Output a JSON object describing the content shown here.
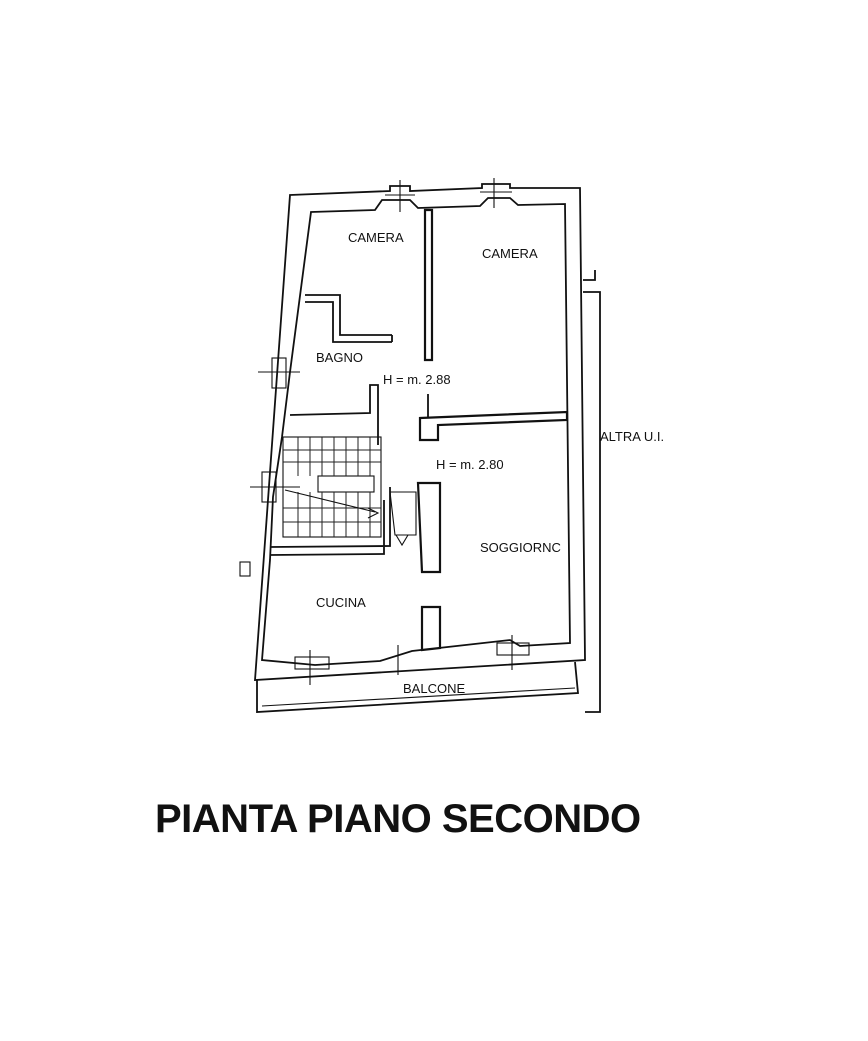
{
  "plan": {
    "title": "PIANTA PIANO SECONDO",
    "rooms": {
      "camera_left": "CAMERA",
      "camera_right": "CAMERA",
      "bagno": "BAGNO",
      "soggiorno": "SOGGIORNC",
      "cucina": "CUCINA",
      "balcone": "BALCONE"
    },
    "heights": {
      "upper": "H = m. 2.88",
      "lower": "H = m. 2.80"
    },
    "neighbour": "ALTRA U.I."
  }
}
